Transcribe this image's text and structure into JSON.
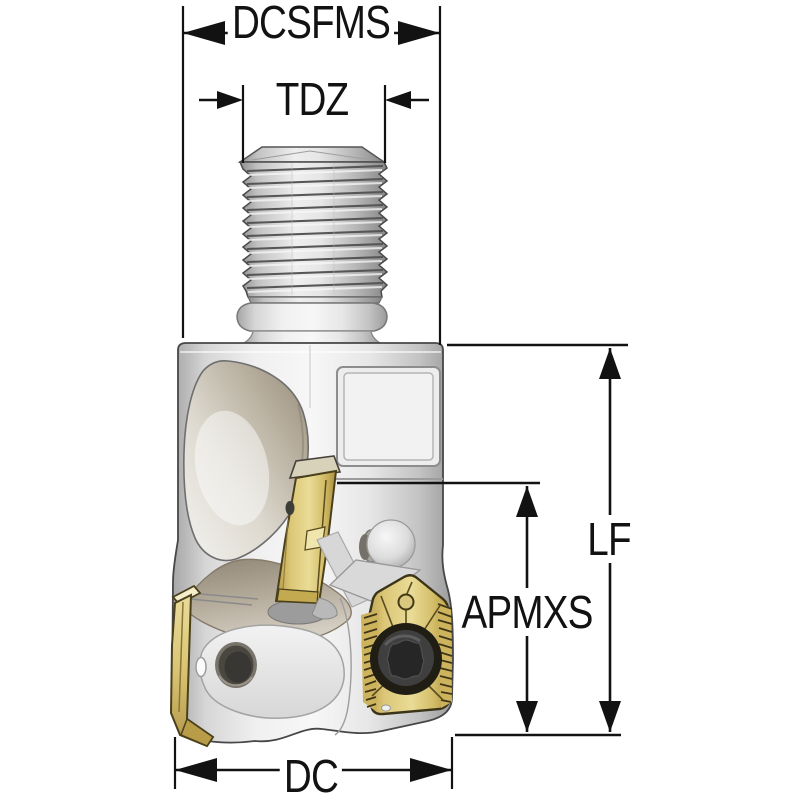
{
  "diagram": {
    "title": "indexable-milling-cutter-dimension-drawing",
    "labels": {
      "dcsfms": "DCSFMS",
      "tdz": "TDZ",
      "lf": "LF",
      "apmxs": "APMXS",
      "dc": "DC"
    },
    "colors": {
      "dimension_line": "#121212",
      "metal_light": "#f5f5f5",
      "metal_dark": "#9a9a9a",
      "insert_gold": "#dcc778",
      "insert_gold_dark": "#ab8f3d",
      "screw_dark": "#201d15",
      "flute_tan": "#a89d8c"
    }
  }
}
